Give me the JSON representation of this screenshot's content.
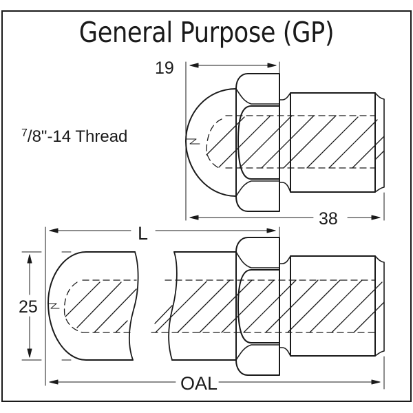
{
  "title": "General Purpose (GP)",
  "top_view": {
    "dim_head_length": "19",
    "dim_body_length": "38",
    "thread_label": {
      "numerator": "7",
      "rest": "/8\"-14 Thread"
    }
  },
  "bottom_view": {
    "dim_diameter": "25",
    "dim_length": "L",
    "dim_overall": "OAL"
  },
  "colors": {
    "line": "#1a1a1a",
    "background": "#ffffff"
  }
}
